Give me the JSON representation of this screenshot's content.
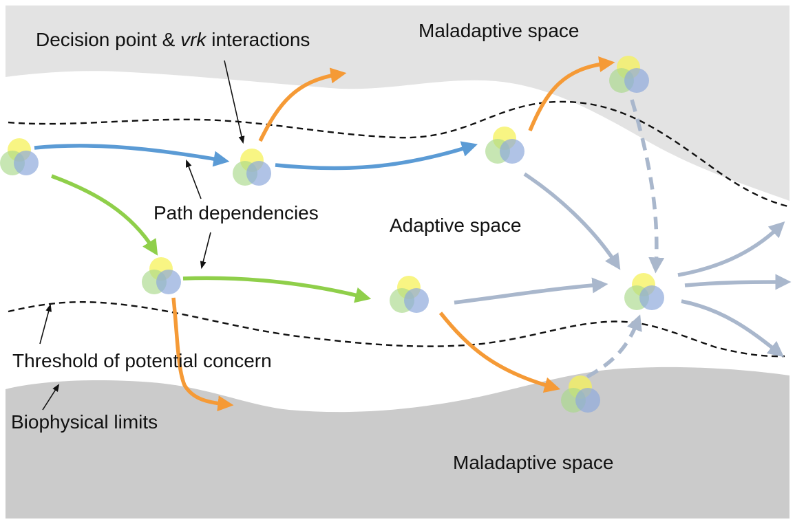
{
  "labels": {
    "maladaptive_top": "Maladaptive space",
    "decision_point": "Decision point & ",
    "decision_point_italic": "vrk",
    "decision_point_end": " interactions",
    "path_dependencies": "Path dependencies",
    "adaptive_space": "Adaptive space",
    "threshold": "Threshold of potential concern",
    "biophysical_limits": "Biophysical limits",
    "maladaptive_bottom": "Maladaptive space"
  },
  "colors": {
    "background": "#ffffff",
    "maladaptive_top_fill": "#e3e3e3",
    "maladaptive_bottom_fill": "#cbcbcb",
    "blue_path": "#5b9bd5",
    "green_path": "#8fcf4a",
    "orange_path": "#f59a36",
    "grey_path": "#a9b7cc",
    "circle_yellow": "#f5f25a",
    "circle_green": "#a9d98a",
    "circle_blue": "#8eaadb"
  }
}
